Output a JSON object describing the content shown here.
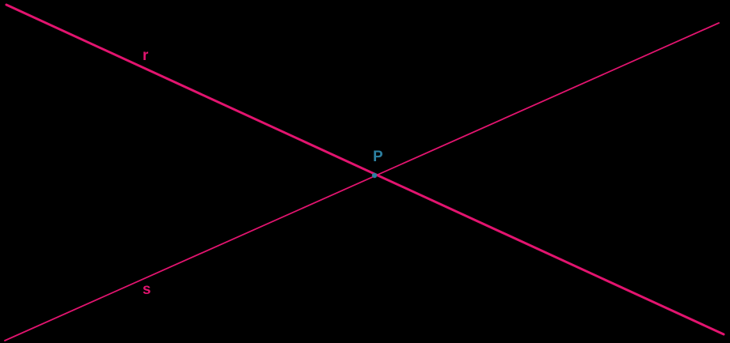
{
  "diagram": {
    "description": "Two straight lines intersecting at a point",
    "labels": {
      "line_r": "r",
      "line_s": "s",
      "point_p": "P"
    },
    "colors": {
      "line": "#e2146f",
      "point": "#2c7fa0",
      "background": "#000000"
    }
  }
}
